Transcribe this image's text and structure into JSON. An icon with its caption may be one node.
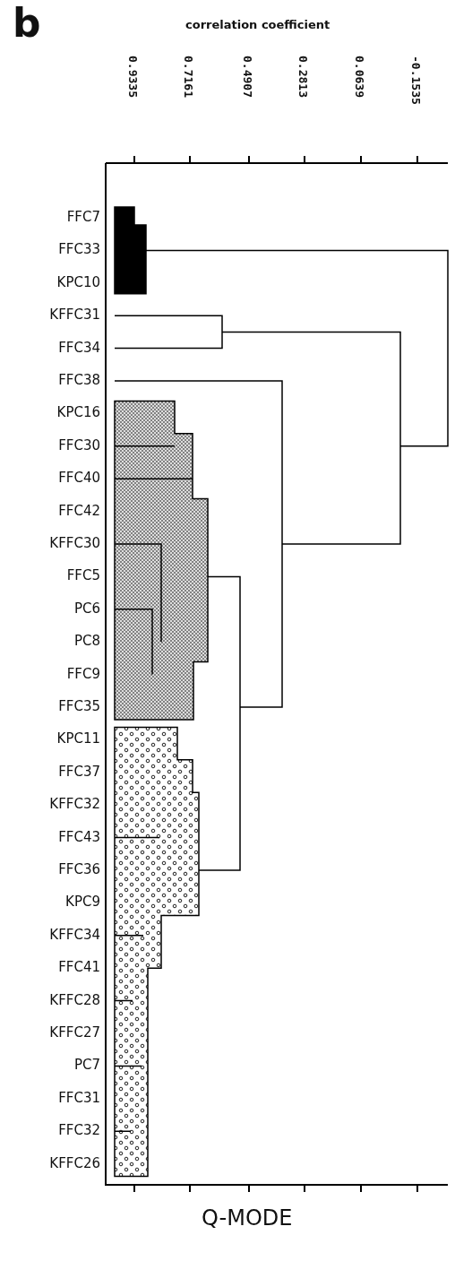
{
  "diagram": {
    "caption": "Q-MODE",
    "labels": [
      "b",
      "correlation coefficient",
      "0.9335",
      "0.7161",
      "0.4907",
      "0.2813",
      "0.0639",
      "-0.1535",
      "FFC7",
      "FFC33",
      "KPC10",
      "KFFC31",
      "FFC34",
      "FFC38",
      "KPC16",
      "FFC30",
      "FFC40",
      "FFC42",
      "KFFC30",
      "FFC5",
      "PC6",
      "PC8",
      "FFC9",
      "FFC35",
      "KPC11",
      "FFC37",
      "KFFC32",
      "FFC43",
      "FFC36",
      "KPC9",
      "KFFC34",
      "FFC41",
      "KFFC28",
      "KFFC27",
      "PC7",
      "FFC31",
      "FFC32",
      "KFFC26"
    ]
  }
}
